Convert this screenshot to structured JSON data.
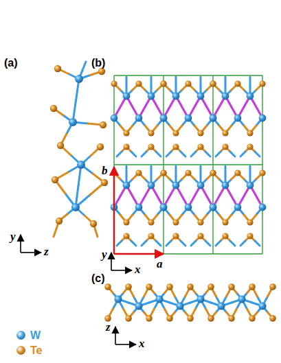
{
  "diagram": {
    "labels": [
      "(a)",
      "(b)",
      "(c)",
      "y",
      "z",
      "y",
      "x",
      "b⃗",
      "a⃗",
      "z",
      "x"
    ],
    "legend": [
      {
        "text": "W",
        "color": "#3a9be0"
      },
      {
        "text": "Te",
        "color": "#d98c22"
      }
    ]
  }
}
